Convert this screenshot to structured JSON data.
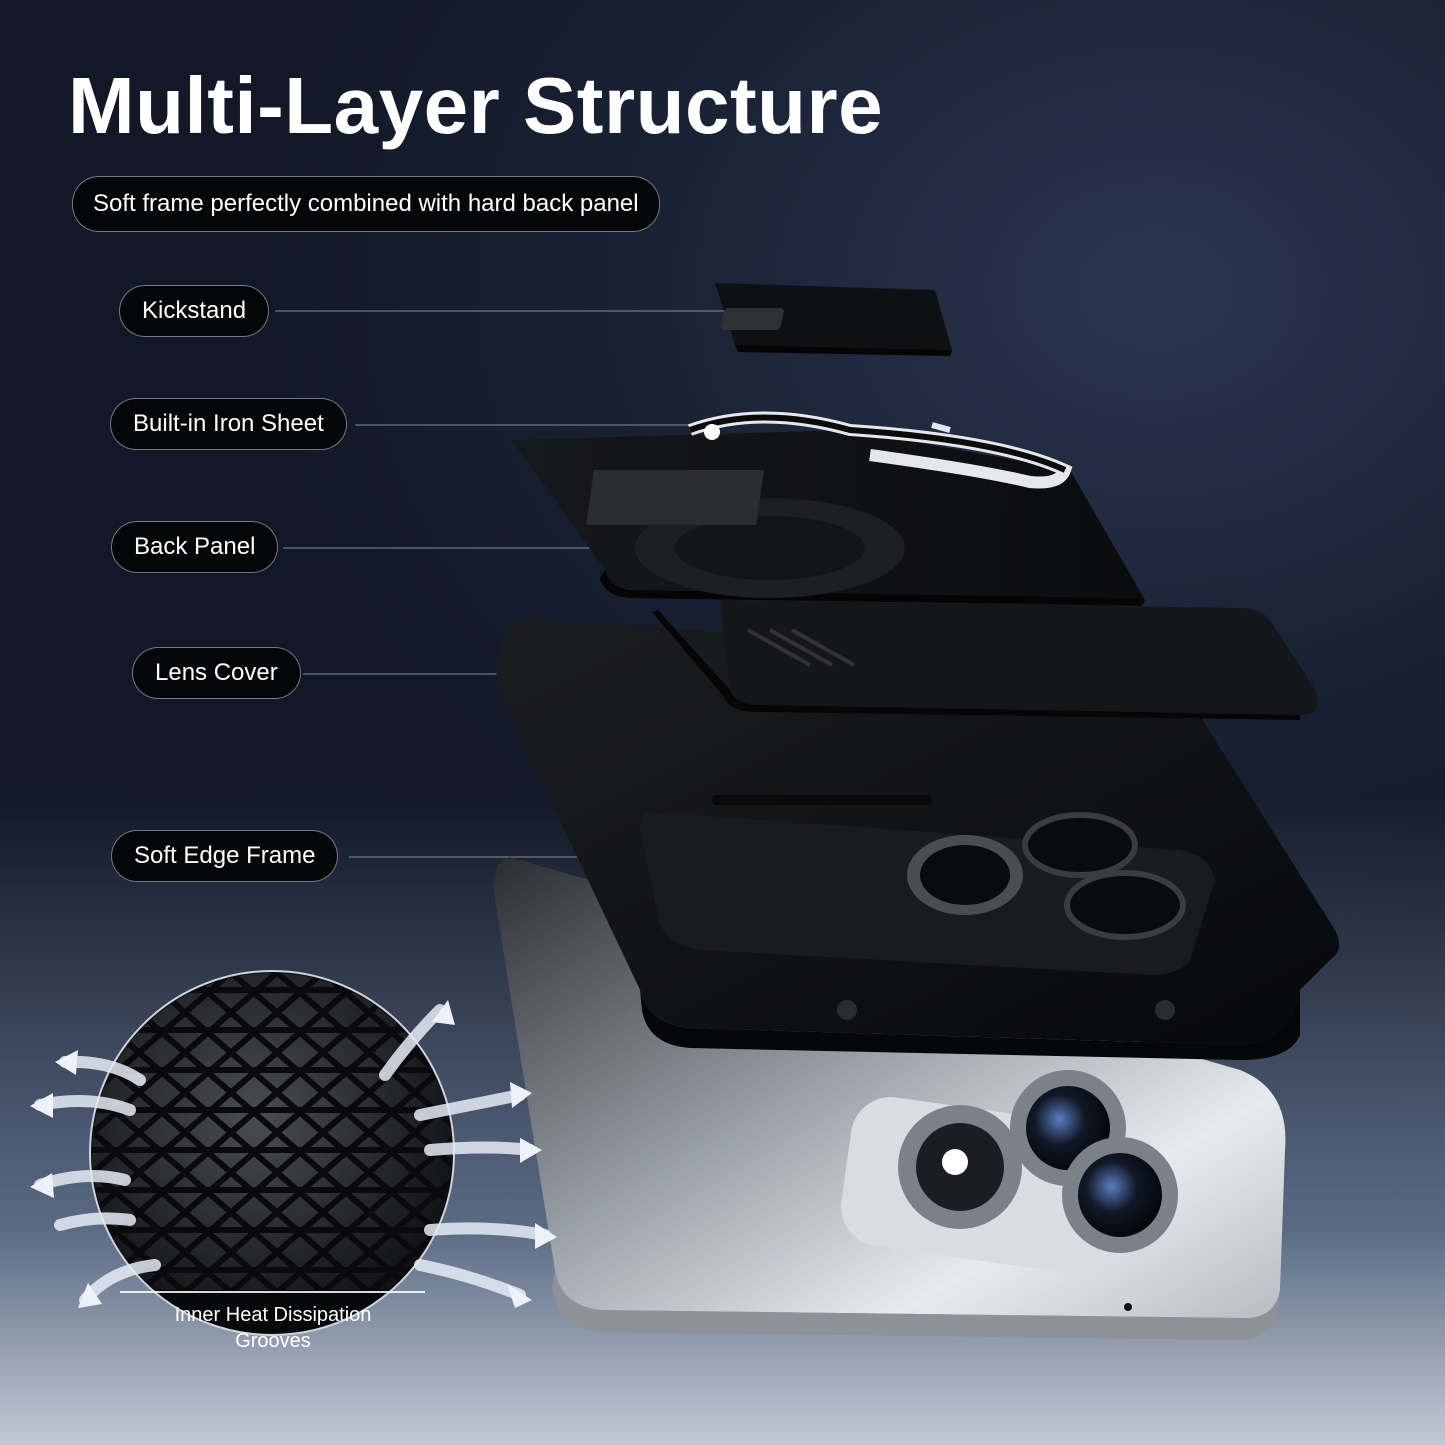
{
  "title": "Multi-Layer Structure",
  "subtitle": "Soft frame perfectly combined with hard back panel",
  "labels": {
    "kickstand": "Kickstand",
    "iron_sheet": "Built-in Iron Sheet",
    "back_panel": "Back Panel",
    "lens_cover": "Lens Cover",
    "soft_edge_frame": "Soft Edge Frame"
  },
  "heat": {
    "line1": "Inner Heat Dissipation",
    "line2": "Grooves"
  },
  "colors": {
    "background": "#1a2236",
    "pill": "#050608",
    "case": "#0d0e10",
    "phone_silver": "#c9ccd1"
  }
}
